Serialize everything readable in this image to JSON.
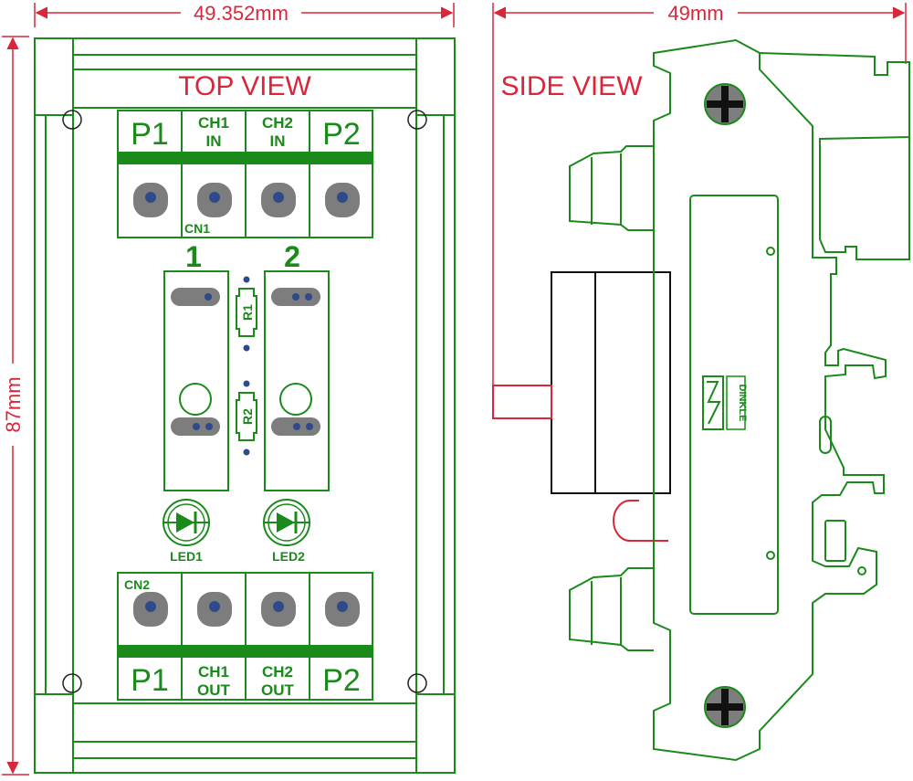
{
  "colors": {
    "outline": "#1a8a1a",
    "dimension": "#d9263a",
    "screw_pad": "#7d7d7d",
    "screw_dot": "#2e4a8a",
    "background": "#ffffff"
  },
  "dimensions": {
    "top_width": "49.352mm",
    "height": "87mm",
    "side_width": "49mm"
  },
  "top_view": {
    "title": "TOP VIEW",
    "input_block": {
      "label": "CN1",
      "terminals": [
        {
          "line1": "P1",
          "line2": ""
        },
        {
          "line1": "CH1",
          "line2": "IN"
        },
        {
          "line1": "CH2",
          "line2": "IN"
        },
        {
          "line1": "P2",
          "line2": ""
        }
      ]
    },
    "output_block": {
      "label": "CN2",
      "terminals": [
        {
          "line1": "P1",
          "line2": ""
        },
        {
          "line1": "CH1",
          "line2": "OUT"
        },
        {
          "line1": "CH2",
          "line2": "OUT"
        },
        {
          "line1": "P2",
          "line2": ""
        }
      ]
    },
    "relays": [
      {
        "number": "1"
      },
      {
        "number": "2"
      }
    ],
    "resistors": [
      "R1",
      "R2"
    ],
    "leds": [
      "LED1",
      "LED2"
    ]
  },
  "side_view": {
    "title": "SIDE VIEW",
    "brand": "DINKLE",
    "icons": [
      "phillips-screw-icon",
      "phillips-screw-icon"
    ]
  }
}
